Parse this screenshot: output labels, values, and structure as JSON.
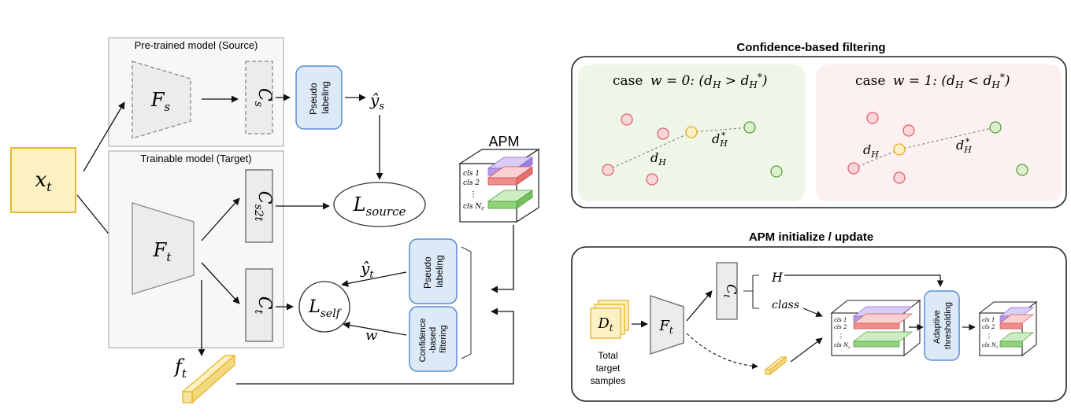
{
  "pipeline": {
    "input_label": "x",
    "input_sub": "t",
    "source_group_title": "Pre-trained model (Source)",
    "target_group_title": "Trainable model (Target)",
    "fs_label": "F",
    "fs_sub": "s",
    "cs_label": "C",
    "cs_sub": "s",
    "ft_label": "F",
    "ft_sub": "t",
    "cs2t_label": "C",
    "cs2t_sub": "s2t",
    "ct_label": "C",
    "ct_sub": "t",
    "pseudo_labeling_top_l1": "Pseudo",
    "pseudo_labeling_top_l2": "labeling",
    "ys_hat_label": "ŷ",
    "ys_hat_sub": "s",
    "l_source_label": "L",
    "l_source_sub": "source",
    "l_self_label": "L",
    "l_self_sub": "self",
    "apm_title": "APM",
    "apm_rows": [
      "cls 1",
      "cls 2",
      "⋮",
      "cls N"
    ],
    "apm_row_last_sub": "c",
    "pseudo_labeling_bottom_l1": "Pseudo",
    "pseudo_labeling_bottom_l2": "labeling",
    "yt_hat_label": "ŷ",
    "yt_hat_sub": "t",
    "confidence_filter_l1": "Confidence",
    "confidence_filter_l2": "-based",
    "confidence_filter_l3": "filtering",
    "w_label": "w",
    "ft_feature_label": "f",
    "ft_feature_sub": "t"
  },
  "filtering_panel": {
    "title": "Confidence-based filtering",
    "case0_text": "case",
    "case0_math": "w = 0: (d",
    "case0_rest": " > d",
    "case1_text": "case",
    "case1_math": "w = 1: (d",
    "case1_rest": " < d",
    "dh_label": "d",
    "dh_sub": "H",
    "dh_star_label": "d",
    "dh_star_sub": "H",
    "dh_star_sup": "*",
    "colors": {
      "green_bg": "#eef6e8",
      "pink_bg": "#fdf0f0",
      "red_dot": "#e06070",
      "green_dot": "#5aa040",
      "yellow_dot": "#e0b020"
    }
  },
  "apm_panel": {
    "title": "APM initialize / update",
    "dt_label": "D",
    "dt_sub": "t",
    "total_l1": "Total",
    "total_l2": "target",
    "total_l3": "samples",
    "ft_label": "F",
    "ft_sub": "t",
    "ct_label": "C",
    "ct_sub": "t",
    "h_label": "H",
    "class_label": "class",
    "apm_rows": [
      "cls 1",
      "cls 2",
      "⋮",
      "cls N"
    ],
    "apm_row_last_sub": "c",
    "adaptive_l1": "Adaptive",
    "adaptive_l2": "thresholding"
  },
  "colors": {
    "yellow_fill": "#fdf1c4",
    "yellow_stroke": "#e8b730",
    "blue_fill": "#dce9f7",
    "blue_stroke": "#5b8ed0",
    "gray_fill": "#ececec",
    "purple": "#b59ae6",
    "red": "#f08c8c",
    "green": "#8fd47a"
  }
}
